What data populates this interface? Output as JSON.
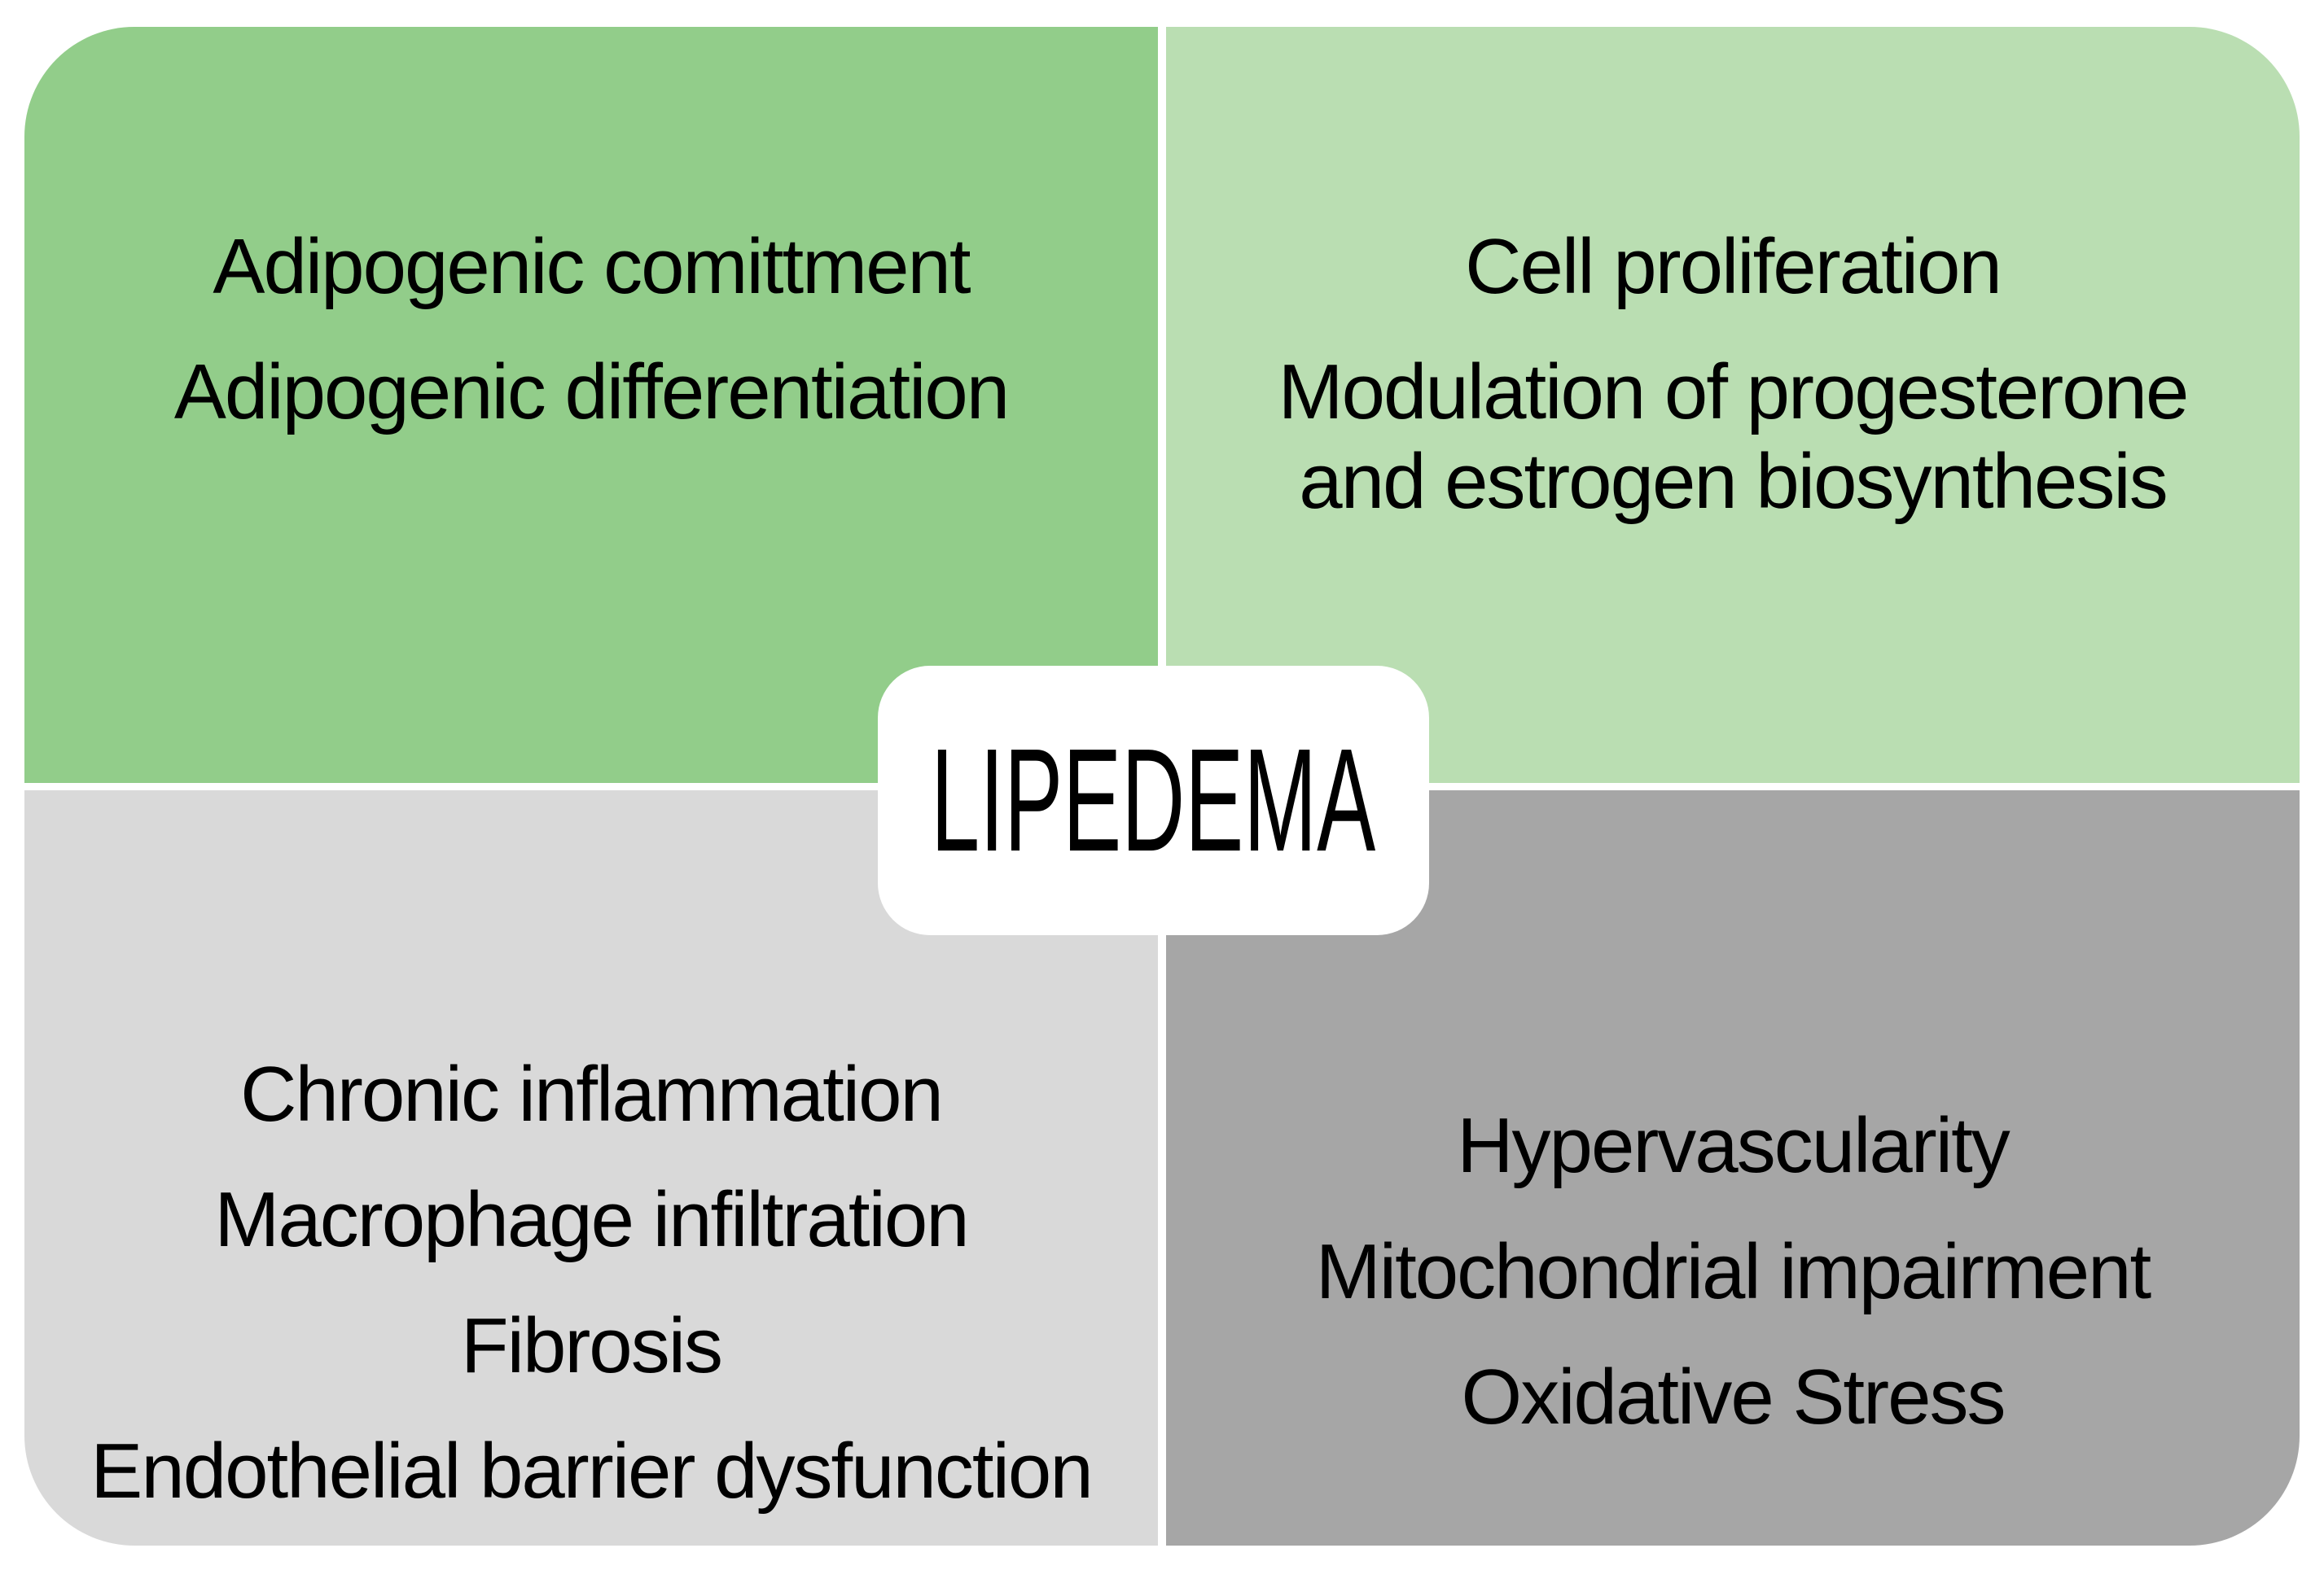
{
  "title": "LIPEDEMA quadrant diagram",
  "center": {
    "label": "LIPEDEMA"
  },
  "quadrants": [
    {
      "id": "top-left",
      "items": [
        "Adipogenic comittment",
        "Adipogenic differentiation"
      ]
    },
    {
      "id": "top-right",
      "items": [
        "Cell proliferation",
        "Modulation of progesterone and estrogen biosynthesis"
      ]
    },
    {
      "id": "bottom-left",
      "items": [
        "Chronic inflammation",
        "Macrophage infiltration",
        "Fibrosis",
        "Endothelial barrier dysfunction"
      ]
    },
    {
      "id": "bottom-right",
      "items": [
        "Hypervascularity",
        "Mitochondrial impairment",
        "Oxidative Stress"
      ]
    }
  ],
  "colors": {
    "background": "#ffffff",
    "quadrant_top_left": "#92cd8a",
    "quadrant_top_right": "#badeb2",
    "quadrant_bottom_left": "#d9d9d9",
    "quadrant_bottom_right": "#a6a6a6",
    "center_box": "#ffffff",
    "text": "#000000"
  }
}
